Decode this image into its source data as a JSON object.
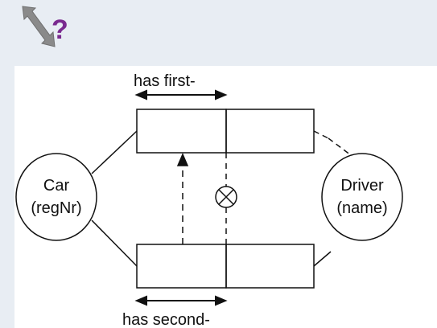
{
  "header": {
    "icon_name": "double-arrow-question-icon",
    "question_mark": "?",
    "colors": {
      "arrow": "#8a8a8a",
      "question_mark": "#7a2a8f",
      "background": "#e8edf3"
    }
  },
  "diagram": {
    "entities": [
      {
        "name": "Car",
        "ref_mode": "(regNr)"
      },
      {
        "name": "Driver",
        "ref_mode": "(name)"
      }
    ],
    "fact_types": [
      {
        "reading": "has first-"
      },
      {
        "reading": "has second-"
      }
    ],
    "constraint_icon": "exclusion-constraint-icon"
  }
}
